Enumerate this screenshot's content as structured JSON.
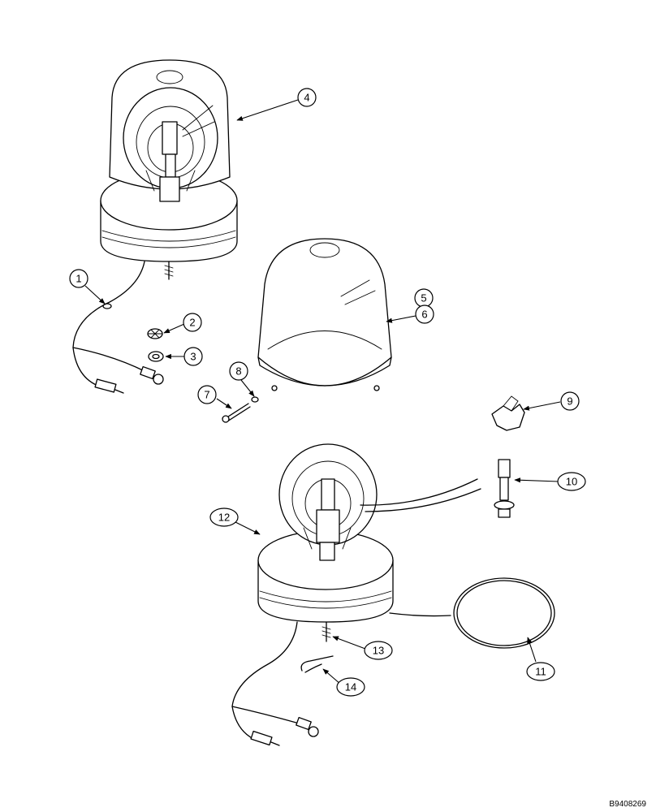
{
  "callouts": [
    "1",
    "2",
    "3",
    "4",
    "5",
    "6",
    "7",
    "8",
    "9",
    "10",
    "11",
    "12",
    "13",
    "14"
  ],
  "figure_code": "B9408269"
}
